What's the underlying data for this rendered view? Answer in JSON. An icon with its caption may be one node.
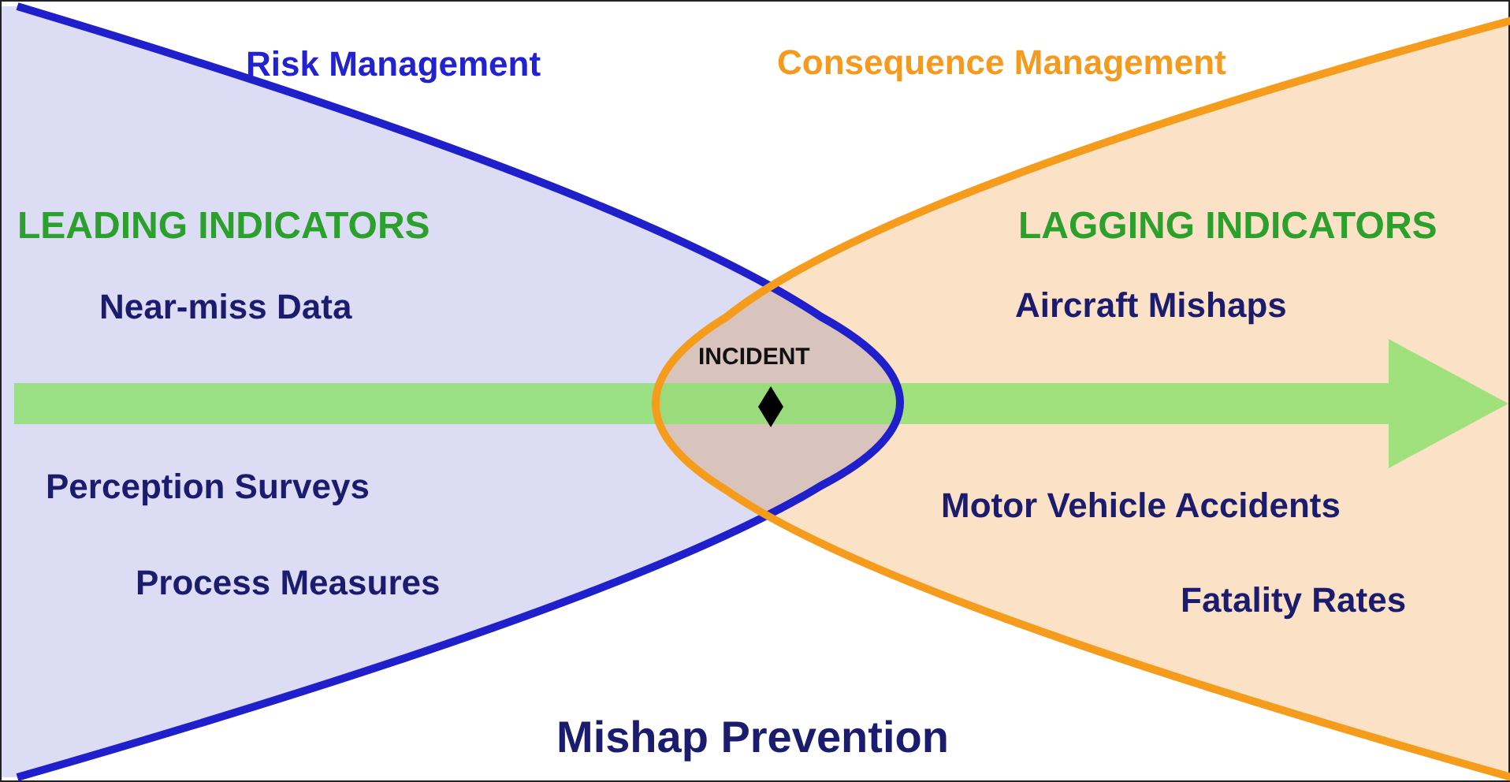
{
  "diagram": {
    "nodes": [
      {
        "text": [
          "Risk Management",
          "LEADING INDICATORS",
          "Near-miss Data",
          "Perception Surveys",
          "Process Measures"
        ]
      },
      {
        "text": [
          "Consequence Management",
          "LAGGING INDICATORS",
          "Aircraft Mishaps",
          "Motor Vehicle Accidents",
          "Fatality Rates"
        ]
      },
      {
        "text": [
          "INCIDENT"
        ]
      }
    ],
    "labels": [
      "Mishap Prevention"
    ]
  }
}
